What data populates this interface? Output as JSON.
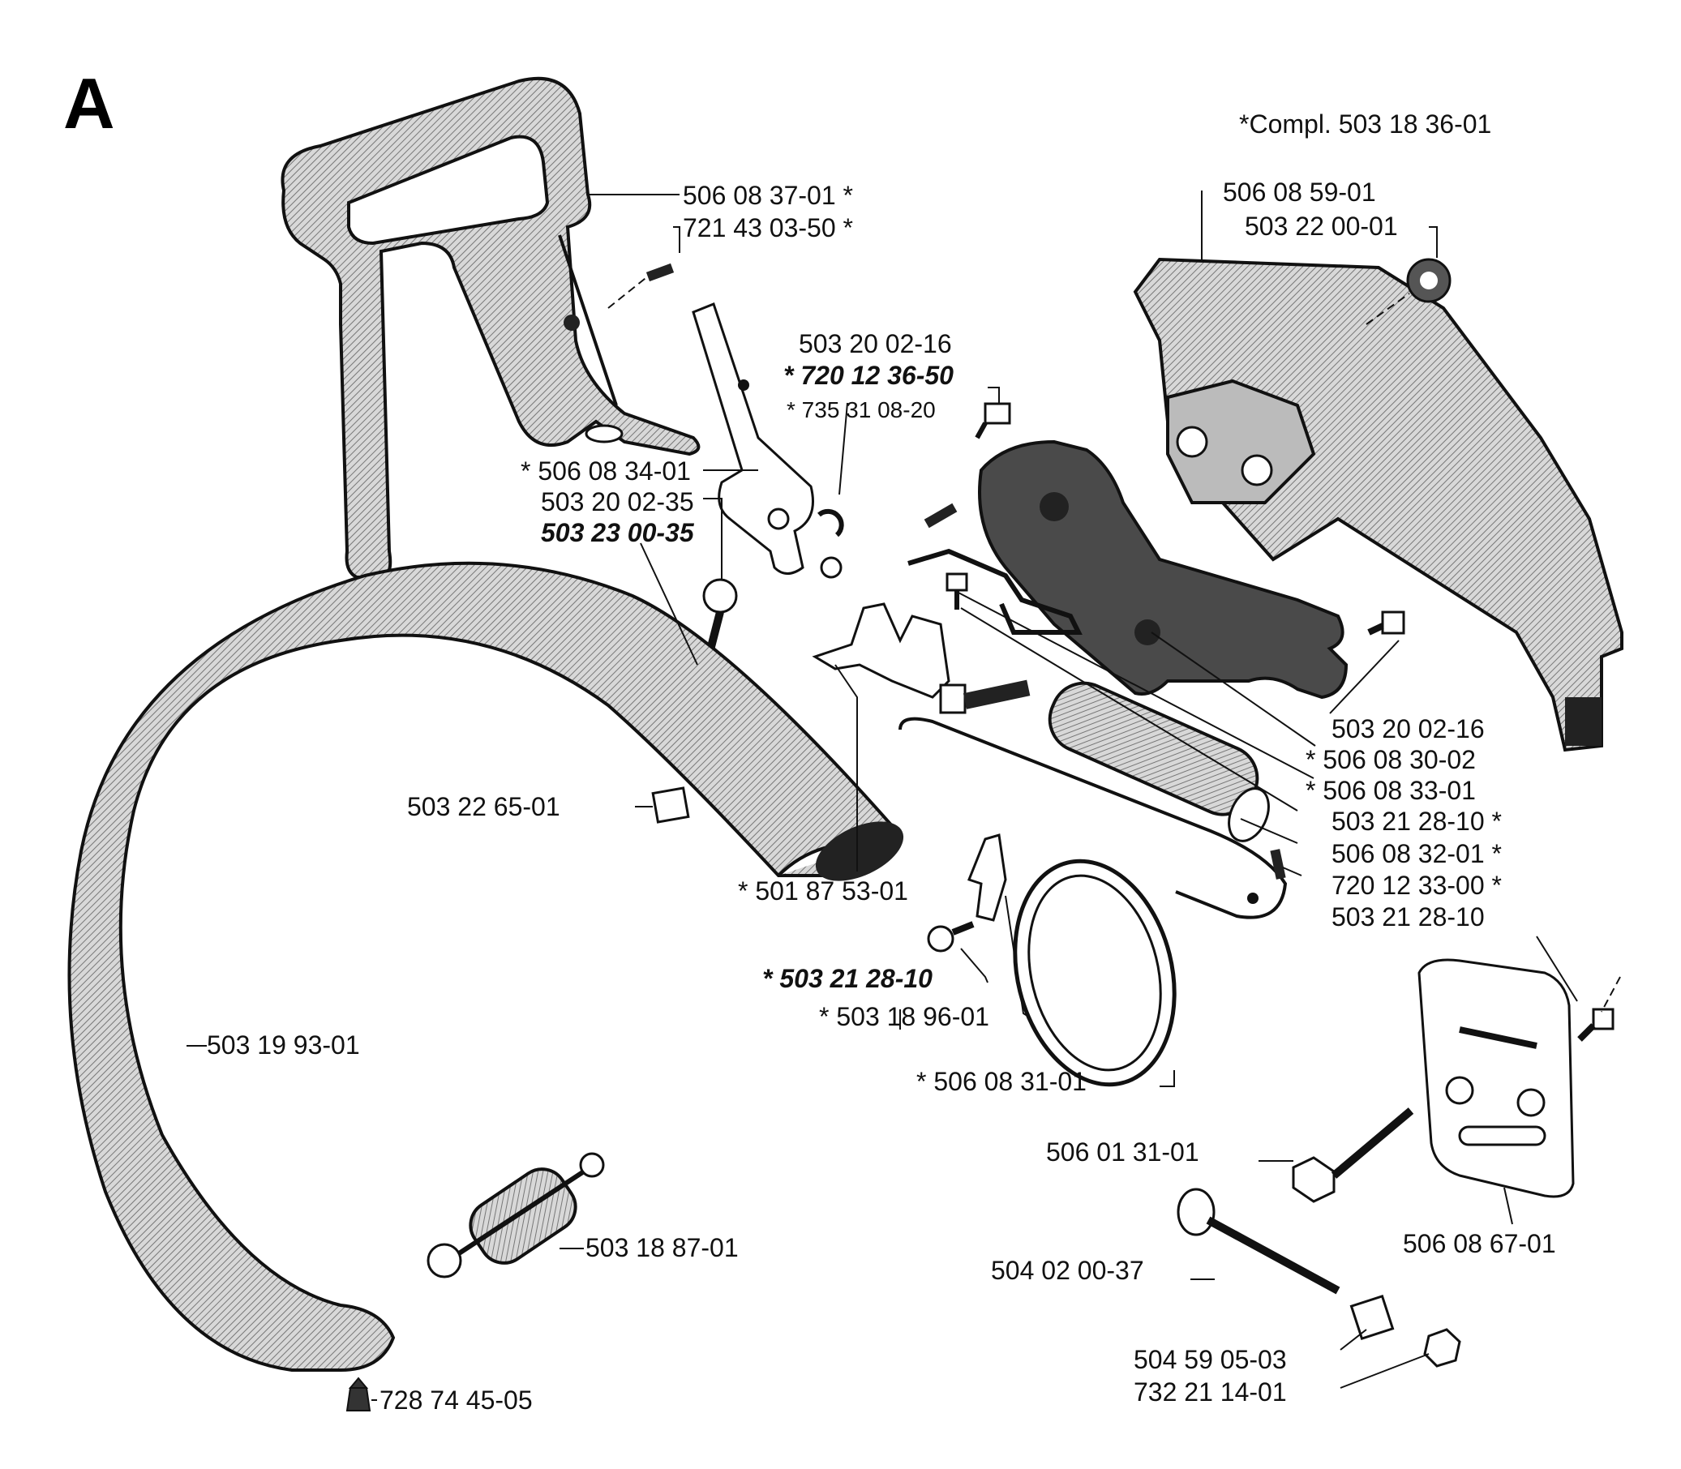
{
  "section_letter": "A",
  "complete_note": "*Compl. 503 18 36-01",
  "parts": {
    "handle_top": "506 08 37-01 *",
    "pin_top": "721 43 03-50 *",
    "cover": "506 08 59-01",
    "cover_nut": "503 22 00-01",
    "screw_a": "503 20 02-16",
    "screw_a_bold": "* 720 12 36-50",
    "washer": "* 735 31 08-20",
    "lever": "* 506 08 34-01",
    "screw_b": "503 20 02-35",
    "screw_b_bold": "503 23 00-35",
    "square_nut": "503 22 65-01",
    "trigger": "* 501 87 53-01",
    "screw_c": "503 20 02-16",
    "plate_30": "* 506 08 30-02",
    "spring_33": "* 506 08 33-01",
    "screw_28a": "503 21 28-10 *",
    "pin_32": "506 08 32-01 *",
    "pin_33": "720 12 33-00 *",
    "screw_28b": "503 21 28-10",
    "screw_28c_bold": "* 503 21 28-10",
    "bracket_96": "* 503 18 96-01",
    "brake_band": "* 506 08 31-01",
    "front_handle": "503 19 93-01",
    "bolt_131": "506 01 31-01",
    "guide_plate": "506 08 67-01",
    "tensioner": "504 02 00-37",
    "tension_nut": "504 59 05-03",
    "nut_732": "732 21 14-01",
    "damper": "503 18 87-01",
    "grub_screw": "728 74 45-05"
  }
}
